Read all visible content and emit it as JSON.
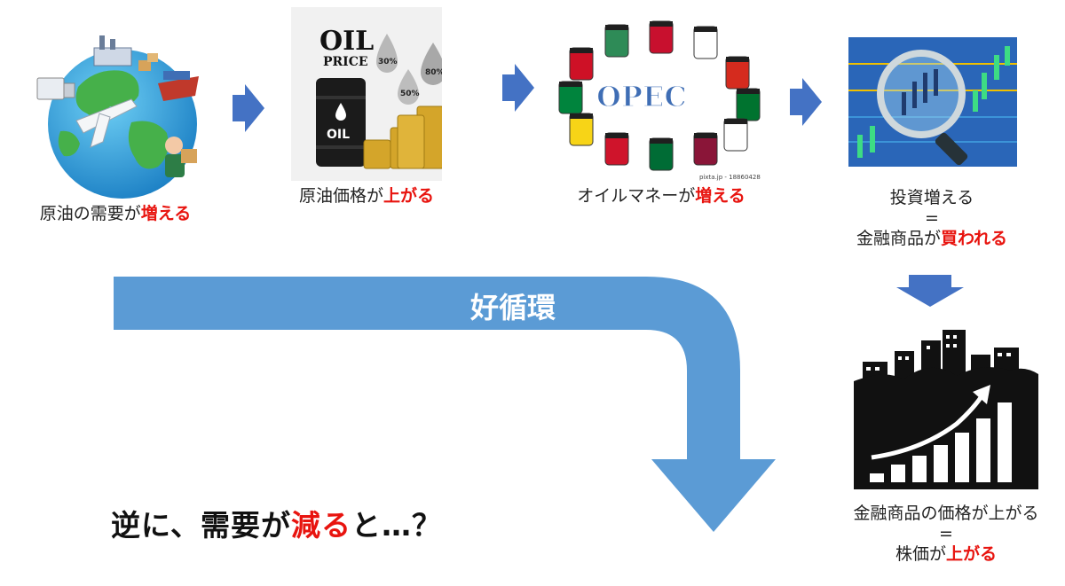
{
  "steps": [
    {
      "pre": "原油の需要が",
      "em": "増える"
    },
    {
      "pre": "原油価格が",
      "em": "上がる"
    },
    {
      "pre": "オイルマネーが",
      "em": "増える"
    },
    {
      "line1": "投資増える",
      "eq": "=",
      "pre": "金融商品が",
      "em": "買われる"
    },
    {
      "line1": "金融商品の価格が上がる",
      "eq": "=",
      "pre": "株価が",
      "em": "上がる"
    }
  ],
  "oil_image": {
    "title": "OIL",
    "subtitle": "PRICE",
    "drops": [
      "30%",
      "80%",
      "50%"
    ],
    "barrel_label": "OIL"
  },
  "opec_image": {
    "logo": "OPEC",
    "credit": "pixta.jp - 18860428"
  },
  "loop_label": "好循環",
  "question": {
    "pre": "逆に、需要が",
    "em": "減る",
    "post": "と…？"
  },
  "colors": {
    "accent_blue": "#4472c4",
    "loop_blue": "#5b9bd5",
    "highlight_red": "#e8140f"
  }
}
